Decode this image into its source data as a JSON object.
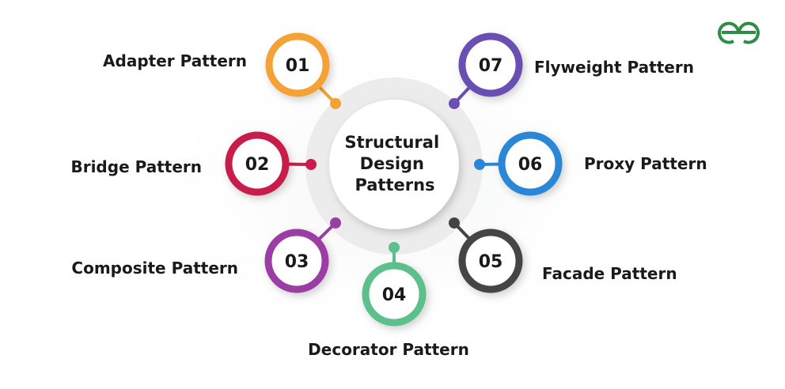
{
  "center": {
    "lines": [
      "Structural",
      "Design",
      "Patterns"
    ]
  },
  "logo": {
    "text": "GfG",
    "color": "#2f8d46"
  },
  "nodes": [
    {
      "number": "01",
      "label": "Adapter Pattern",
      "color": "#f4a236"
    },
    {
      "number": "02",
      "label": "Bridge Pattern",
      "color": "#c81c4c"
    },
    {
      "number": "03",
      "label": "Composite Pattern",
      "color": "#9a3ea4"
    },
    {
      "number": "04",
      "label": "Decorator Pattern",
      "color": "#5cbf8c"
    },
    {
      "number": "05",
      "label": "Facade Pattern",
      "color": "#444444"
    },
    {
      "number": "06",
      "label": "Proxy Pattern",
      "color": "#2a86d6"
    },
    {
      "number": "07",
      "label": "Flyweight Pattern",
      "color": "#6a50b2"
    }
  ]
}
